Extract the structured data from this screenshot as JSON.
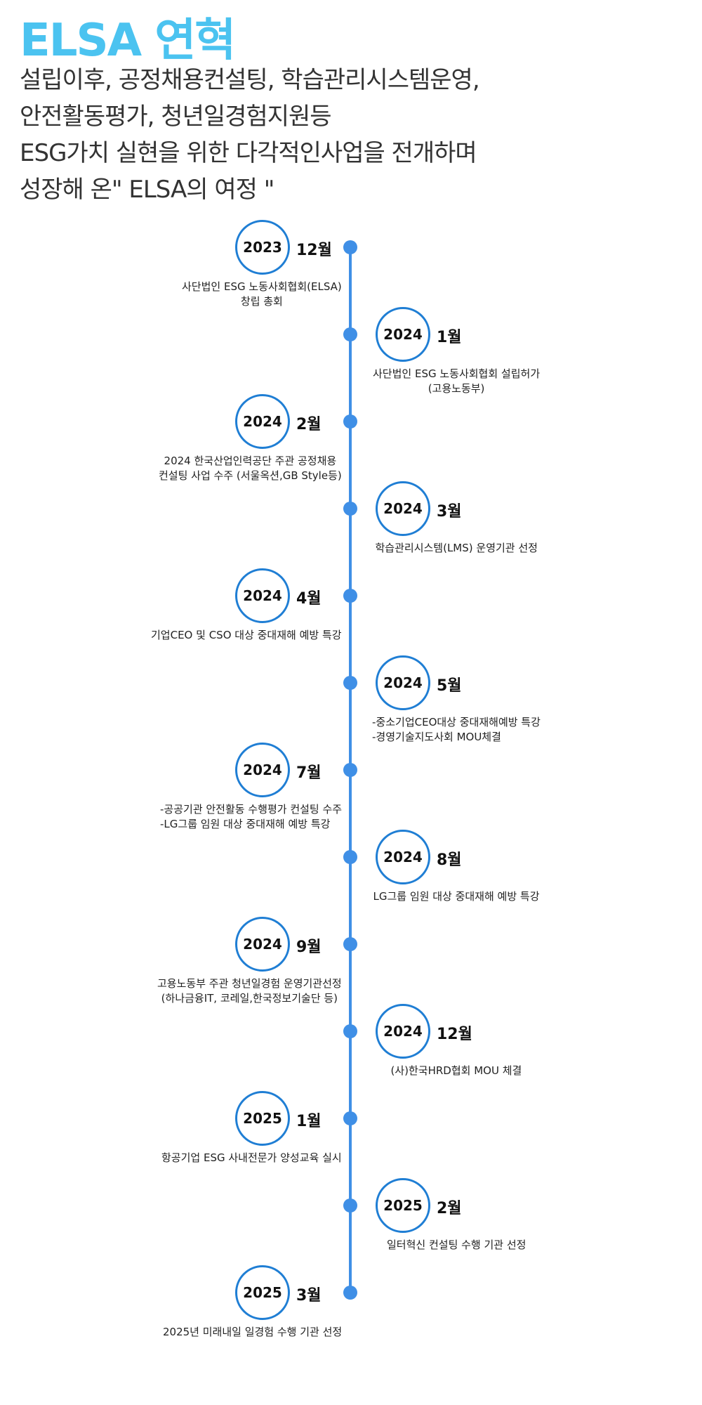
{
  "page": {
    "title": "ELSA 연혁",
    "intro": [
      "설립이후, 공정채용컨설팅, 학습관리시스템운영,",
      "안전활동평가, 청년일경험지원등",
      "ESG가치 실현을 위한 다각적인사업을 전개하며",
      "성장해 온\" ELSA의 여정 \""
    ]
  },
  "colors": {
    "title": "#4bc3f0",
    "timeline": "#3f8fe6",
    "circle_border": "#1f7ed4"
  },
  "events": [
    {
      "year": "2023",
      "month": "12월",
      "side": "left",
      "lines": [
        "사단법인 ESG 노동사회협회(ELSA)",
        "창립 총회"
      ]
    },
    {
      "year": "2024",
      "month": "1월",
      "side": "right",
      "lines": [
        "사단법인 ESG 노동사회협회 설립허가",
        "(고용노동부)"
      ]
    },
    {
      "year": "2024",
      "month": "2월",
      "side": "left",
      "lines": [
        "2024 한국산업인력공단 주관 공정채용",
        "컨설팅 사업 수주 (서울옥션,GB Style등)"
      ]
    },
    {
      "year": "2024",
      "month": "3월",
      "side": "right",
      "lines": [
        "학습관리시스템(LMS) 운영기관 선정"
      ]
    },
    {
      "year": "2024",
      "month": "4월",
      "side": "left",
      "lines": [
        "기업CEO 및 CSO 대상 중대재해 예방 특강"
      ]
    },
    {
      "year": "2024",
      "month": "5월",
      "side": "right",
      "lines": [
        "-중소기업CEO대상 중대재해예방 특강",
        "-경영기술지도사회 MOU체결"
      ]
    },
    {
      "year": "2024",
      "month": "7월",
      "side": "left",
      "lines": [
        "-공공기관 안전활동 수행평가 컨설팅 수주",
        "-LG그룹 임원 대상 중대재해 예방 특강"
      ]
    },
    {
      "year": "2024",
      "month": "8월",
      "side": "right",
      "lines": [
        "LG그룹 임원 대상 중대재해 예방 특강"
      ]
    },
    {
      "year": "2024",
      "month": "9월",
      "side": "left",
      "lines": [
        "고용노동부 주관 청년일경험 운영기관선정",
        "(하나금융IT, 코레일,한국정보기술단 등)"
      ]
    },
    {
      "year": "2024",
      "month": "12월",
      "side": "right",
      "lines": [
        "(사)한국HRD협회 MOU 체결"
      ]
    },
    {
      "year": "2025",
      "month": "1월",
      "side": "left",
      "lines": [
        "항공기업 ESG 사내전문가 양성교육 실시"
      ]
    },
    {
      "year": "2025",
      "month": "2월",
      "side": "right",
      "lines": [
        "일터혁신 컨설팅 수행 기관 선정"
      ]
    },
    {
      "year": "2025",
      "month": "3월",
      "side": "left",
      "lines": [
        "2025년 미래내일 일경험 수행 기관 선정"
      ]
    }
  ]
}
